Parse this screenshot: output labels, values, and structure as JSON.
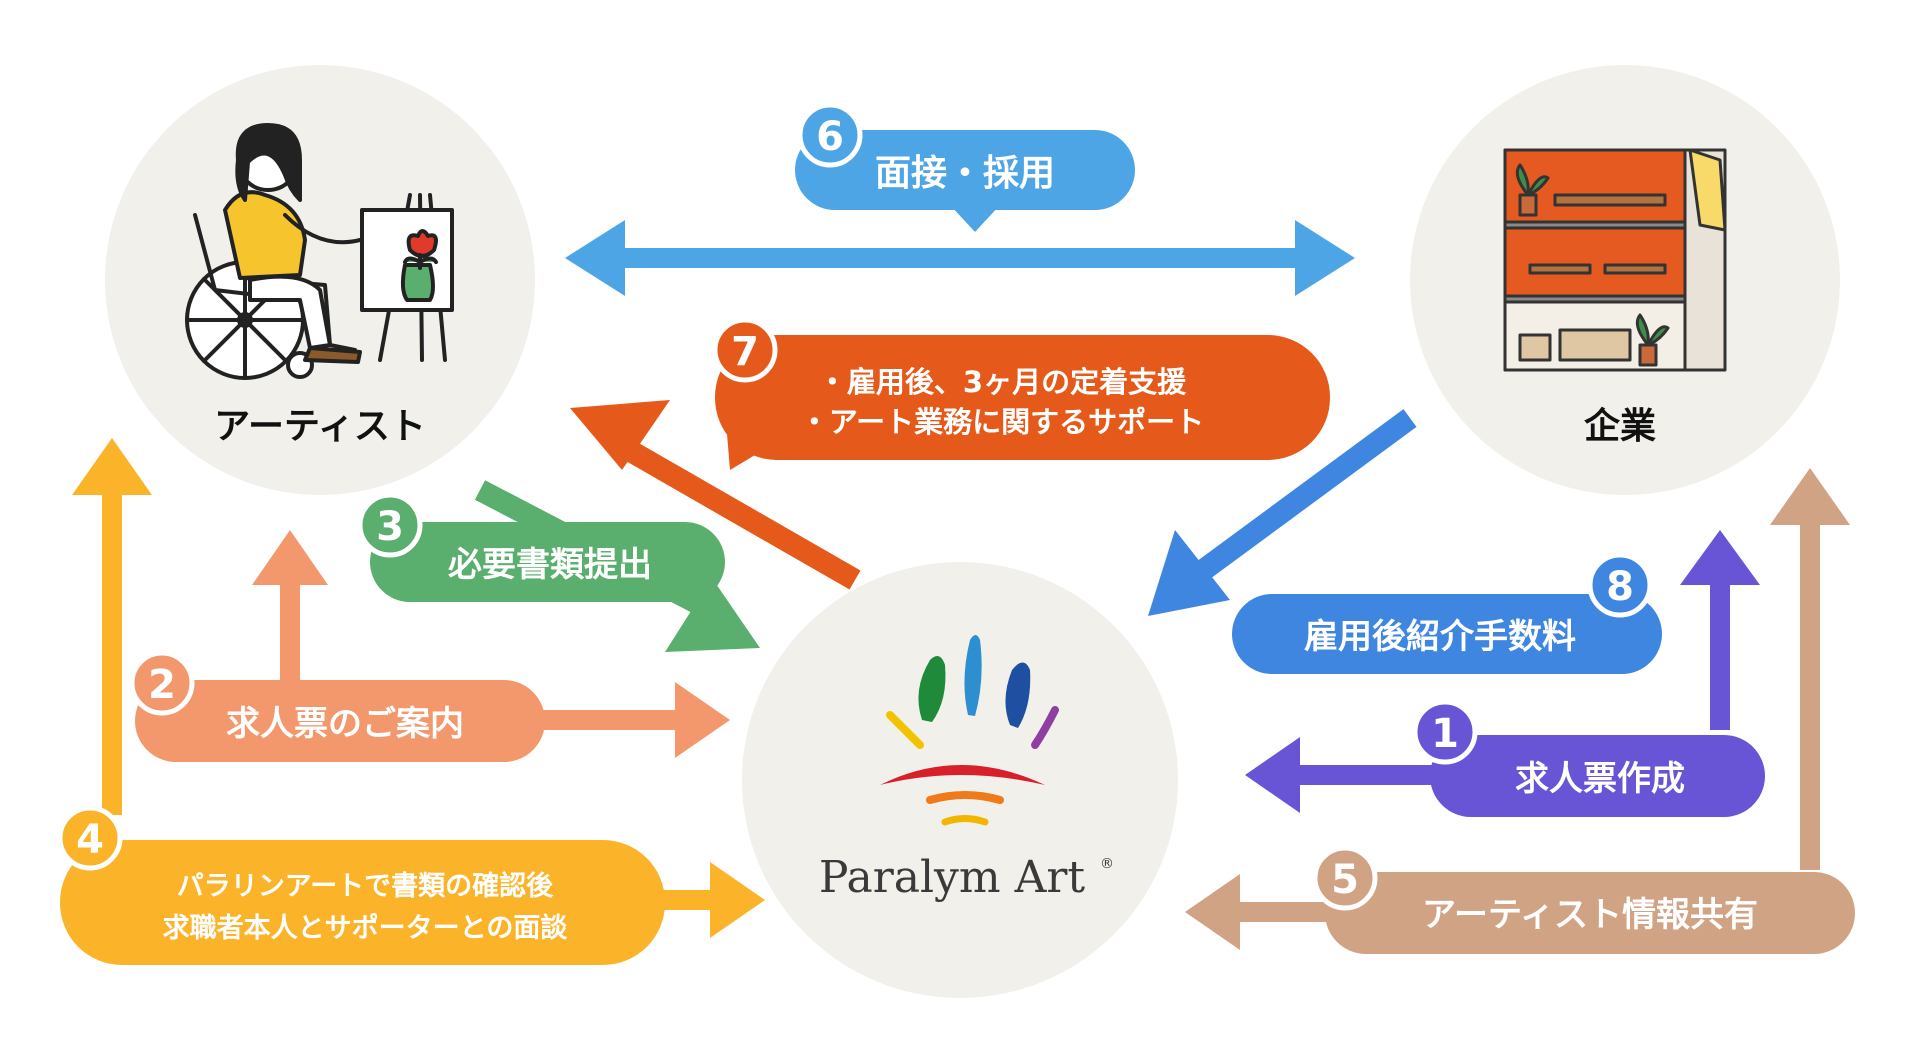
{
  "nodes": {
    "artist": {
      "label": "アーティスト"
    },
    "company": {
      "label": "企業"
    },
    "center": {
      "logo_text": "Paralym Art",
      "registered": "®"
    }
  },
  "colors": {
    "yellow": "#FBB32A",
    "salmon": "#F2986C",
    "green": "#5AAE6E",
    "orange": "#E55A1A",
    "sky": "#4EA5E6",
    "blue": "#3F86E0",
    "purple": "#6755D6",
    "tan": "#CFA384",
    "circle": "#F2F0EA"
  },
  "steps": [
    {
      "number": "1",
      "lines": [
        "求人票作成"
      ]
    },
    {
      "number": "2",
      "lines": [
        "求人票のご案内"
      ]
    },
    {
      "number": "3",
      "lines": [
        "必要書類提出"
      ]
    },
    {
      "number": "4",
      "lines": [
        "パラリンアートで書類の確認後",
        "求職者本人とサポーターとの面談"
      ]
    },
    {
      "number": "5",
      "lines": [
        "アーティスト情報共有"
      ]
    },
    {
      "number": "6",
      "lines": [
        "面接・採用"
      ]
    },
    {
      "number": "7",
      "lines": [
        "・雇用後、3ヶ月の定着支援",
        "・アート業務に関するサポート"
      ]
    },
    {
      "number": "8",
      "lines": [
        "雇用後紹介手数料"
      ]
    }
  ]
}
